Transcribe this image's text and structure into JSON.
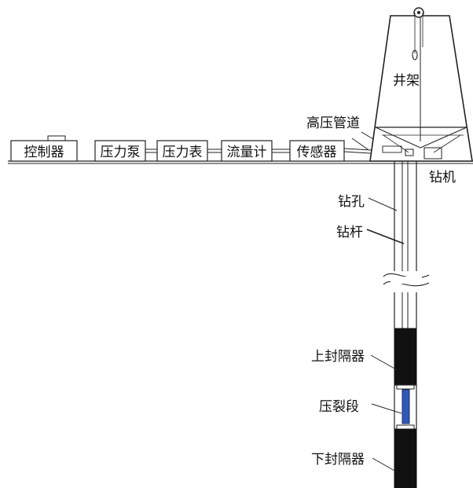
{
  "equipment_chain": {
    "controller": "控制器",
    "pressure_pump": "压力泵",
    "pressure_gauge": "压力表",
    "flow_meter": "流量计",
    "sensor": "传感器"
  },
  "labels": {
    "derrick": "井架",
    "high_pressure_pipe": "高压管道",
    "drill_rig": "钻机",
    "borehole": "钻孔",
    "drill_rod": "钻杆",
    "upper_packer": "上封隔器",
    "fracturing_section": "压裂段",
    "lower_packer": "下封隔器"
  },
  "colors": {
    "line": "#222222",
    "packer": "#111111",
    "fracture_core": "#2f58b8"
  }
}
